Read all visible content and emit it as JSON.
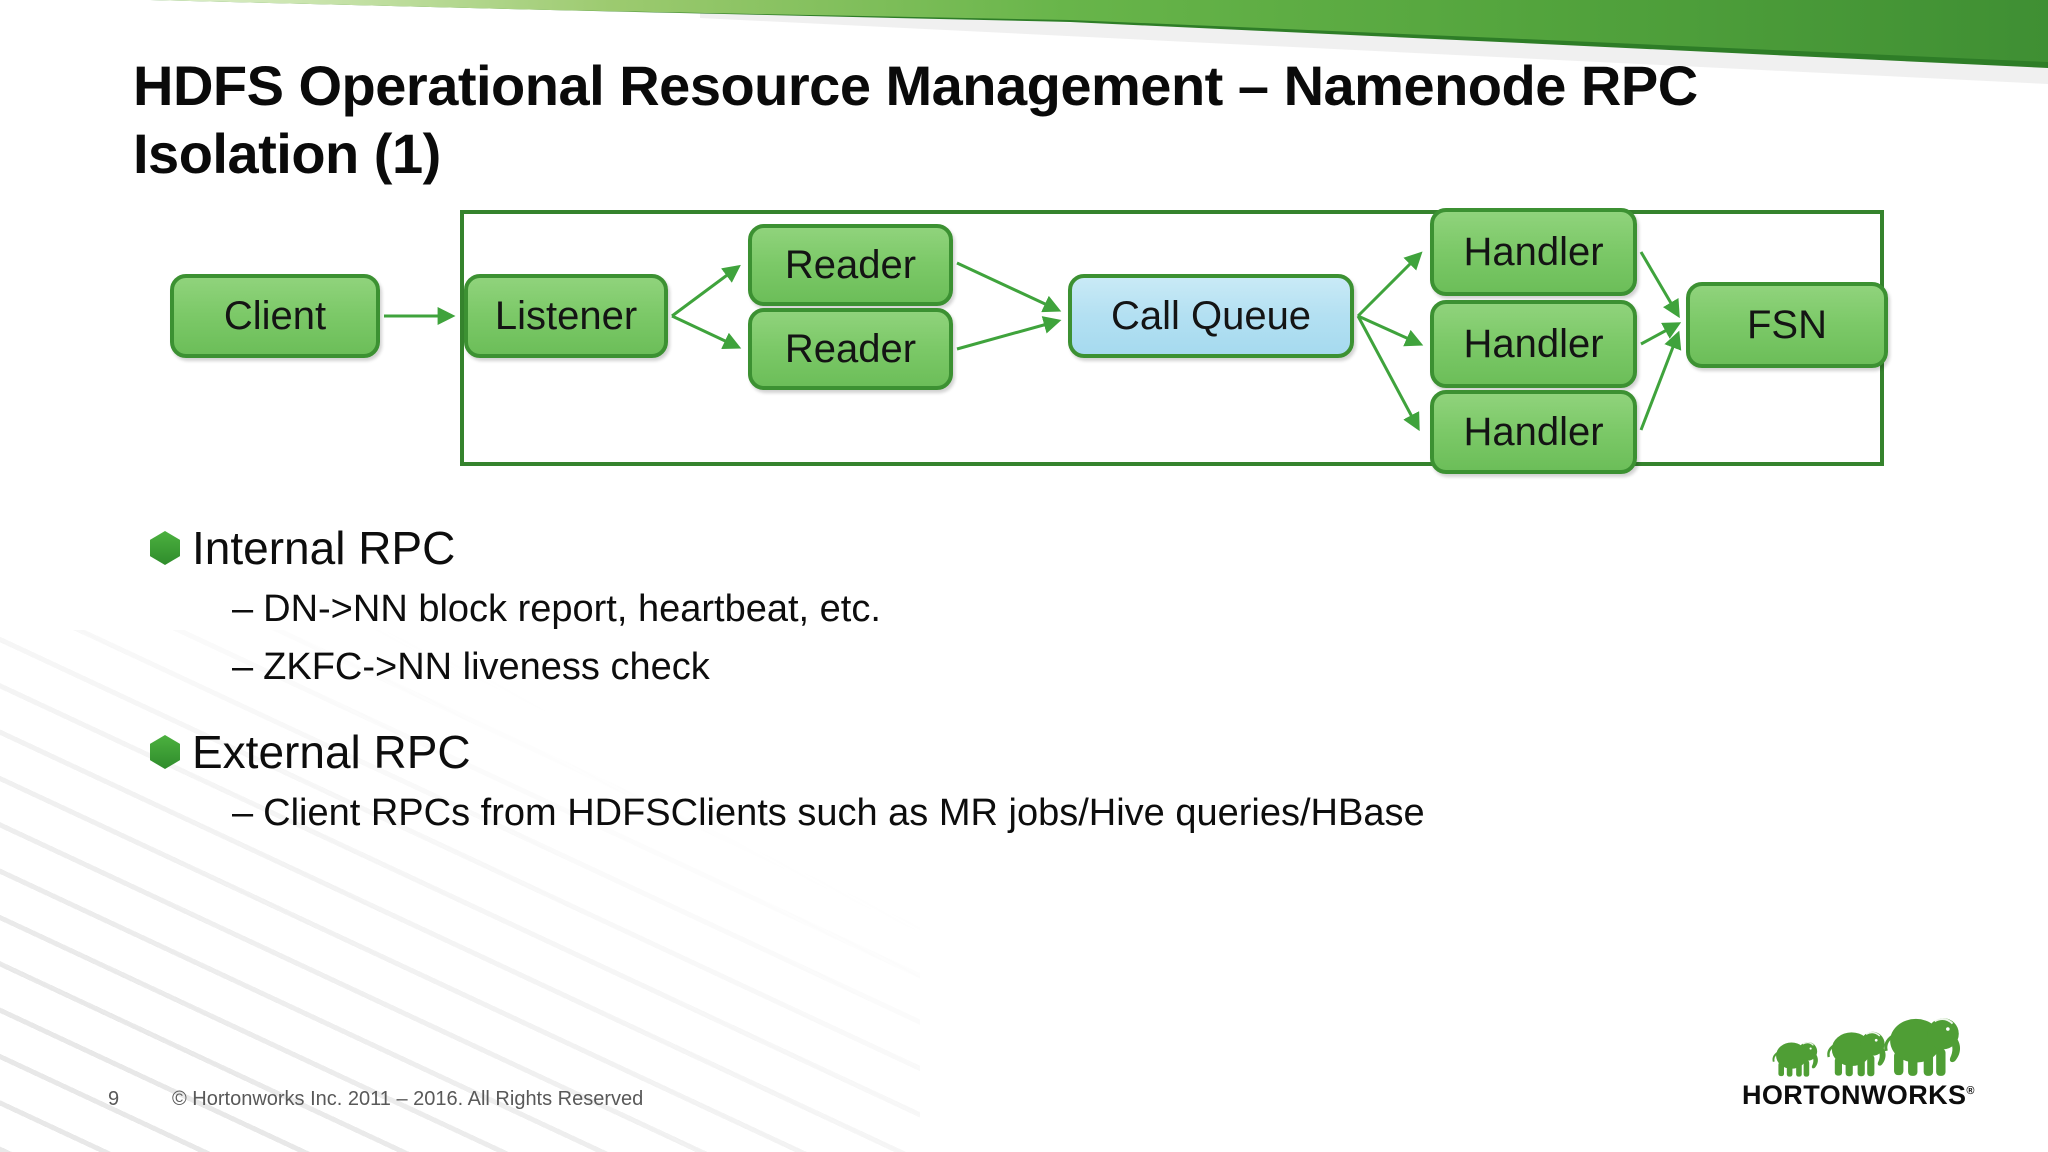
{
  "slide": {
    "title_lines": [
      "HDFS Operational Resource Management – Namenode RPC",
      "Isolation (1)"
    ]
  },
  "diagram": {
    "nodes": [
      {
        "id": "client",
        "label": "Client",
        "type": "process"
      },
      {
        "id": "listener",
        "label": "Listener",
        "type": "process"
      },
      {
        "id": "reader-1",
        "label": "Reader",
        "type": "process"
      },
      {
        "id": "reader-2",
        "label": "Reader",
        "type": "process"
      },
      {
        "id": "call-queue",
        "label": "Call Queue",
        "type": "queue"
      },
      {
        "id": "handler-1",
        "label": "Handler",
        "type": "process"
      },
      {
        "id": "handler-2",
        "label": "Handler",
        "type": "process"
      },
      {
        "id": "handler-3",
        "label": "Handler",
        "type": "process"
      },
      {
        "id": "fsn",
        "label": "FSN",
        "type": "process"
      }
    ],
    "edges": [
      {
        "from": "client",
        "to": "listener"
      },
      {
        "from": "listener",
        "to": "reader-1"
      },
      {
        "from": "listener",
        "to": "reader-2"
      },
      {
        "from": "reader-1",
        "to": "call-queue"
      },
      {
        "from": "reader-2",
        "to": "call-queue"
      },
      {
        "from": "call-queue",
        "to": "handler-1"
      },
      {
        "from": "call-queue",
        "to": "handler-2"
      },
      {
        "from": "call-queue",
        "to": "handler-3"
      },
      {
        "from": "handler-1",
        "to": "fsn"
      },
      {
        "from": "handler-2",
        "to": "fsn"
      },
      {
        "from": "handler-3",
        "to": "fsn"
      }
    ],
    "colors": {
      "node_fill": "#7cc968",
      "node_border": "#3c9132",
      "queue_fill": "#b3e0f2",
      "arrow": "#3fa33c",
      "container_border": "#35832d"
    }
  },
  "content": {
    "dash": "–",
    "sections": [
      {
        "heading": "Internal RPC",
        "items": [
          "DN->NN block report, heartbeat, etc.",
          "ZKFC->NN liveness check"
        ]
      },
      {
        "heading": "External RPC",
        "items": [
          "Client RPCs from HDFSClients such as MR jobs/Hive queries/HBase"
        ]
      }
    ]
  },
  "footer": {
    "page_number": "9",
    "copyright": "© Hortonworks Inc. 2011 – 2016. All Rights Reserved"
  },
  "logo": {
    "brand": "HORTONWORKS",
    "registered": "®",
    "elephant_color": "#4f9e35"
  },
  "theme": {
    "band_green_dark": "#3f8f33",
    "band_green_mid": "#68b54a",
    "band_green_light": "#cde6b2",
    "footer_text": "#595959"
  }
}
